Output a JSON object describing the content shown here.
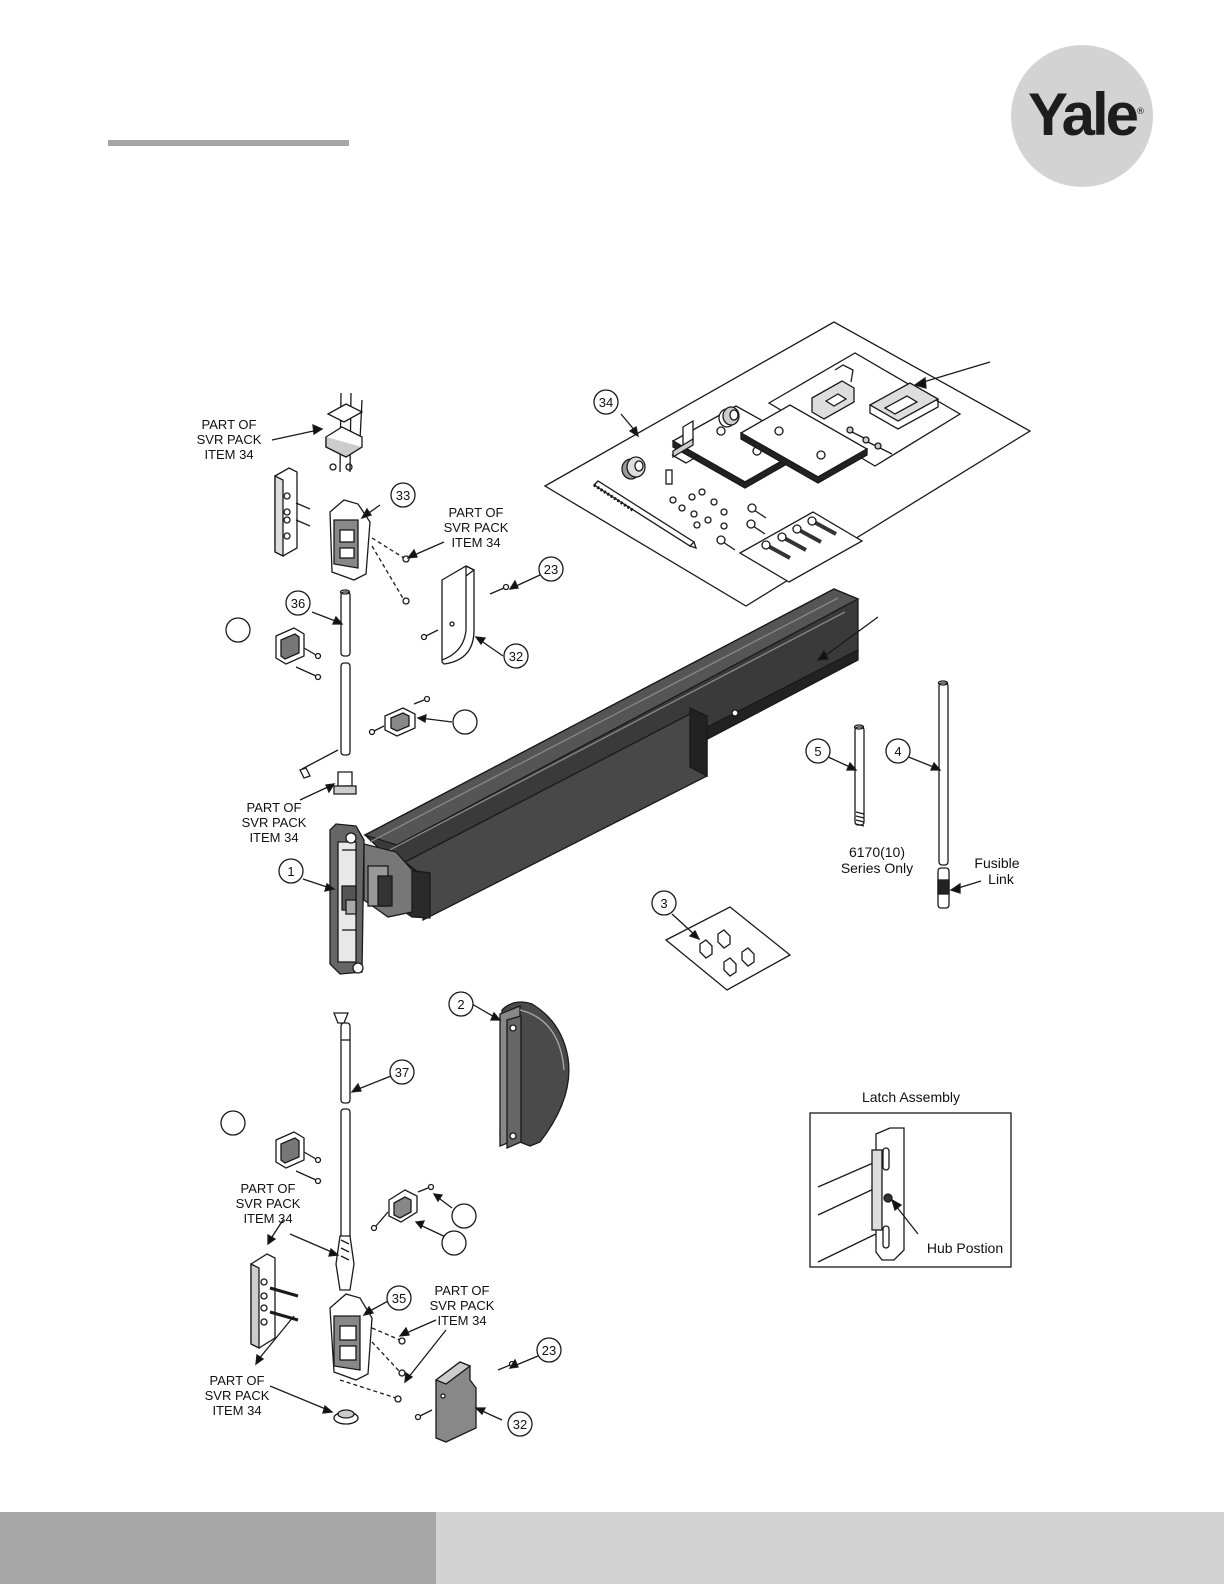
{
  "brand": {
    "logo_text": "Yale",
    "registered_mark": "®"
  },
  "diagram": {
    "part_of_svr_pack": [
      "PART OF",
      "SVR PACK",
      "ITEM 34"
    ],
    "callouts": {
      "c34": "34",
      "c33": "33",
      "c23a": "23",
      "c36": "36",
      "c32a": "32",
      "c5": "5",
      "c4": "4",
      "c1": "1",
      "c3": "3",
      "c2": "2",
      "c37": "37",
      "c35": "35",
      "c23b": "23",
      "c32b": "32"
    },
    "series_note": [
      "6170(10)",
      "Series Only"
    ],
    "fusible_link": [
      "Fusible",
      "Link"
    ],
    "latch_assembly_title": "Latch Assembly",
    "hub_position": "Hub Postion"
  }
}
